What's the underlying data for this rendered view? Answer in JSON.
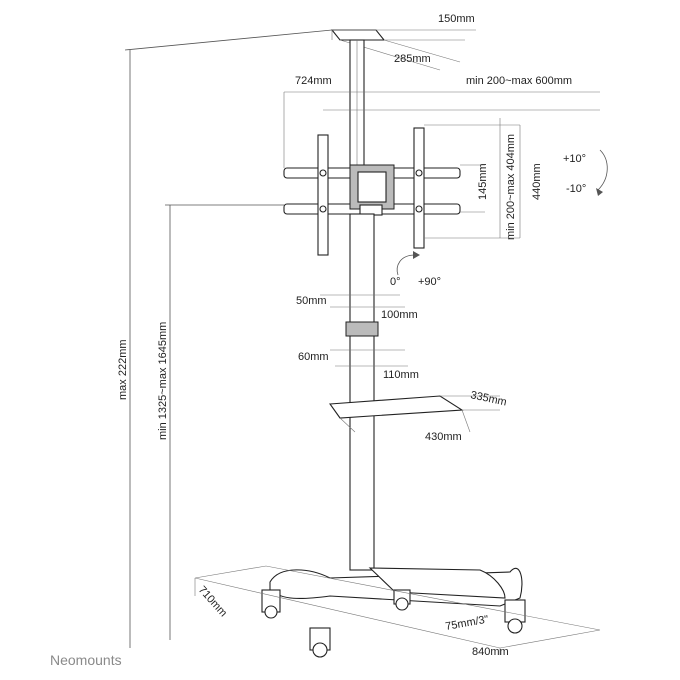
{
  "brand": "Neomounts",
  "dimensions": {
    "ceiling_plate_depth": "150mm",
    "ceiling_plate_width": "285mm",
    "bracket_width": "724mm",
    "vesa_horizontal": "min 200~max 600mm",
    "vesa_vertical": "min 200~max 404mm",
    "vertical_gap": "145mm",
    "bracket_height": "440mm",
    "tilt_up": "+10°",
    "tilt_down": "-10°",
    "rotate_start": "0°",
    "rotate_end": "+90°",
    "clamp1_depth": "50mm",
    "clamp1_width": "100mm",
    "clamp2_depth": "60mm",
    "clamp2_width": "110mm",
    "shelf_depth": "335mm",
    "shelf_width": "430mm",
    "total_height": "max 222mm",
    "mount_height": "min 1325~max 1645mm",
    "base_depth": "710mm",
    "caster": "75mm/3\"",
    "base_width": "840mm"
  }
}
